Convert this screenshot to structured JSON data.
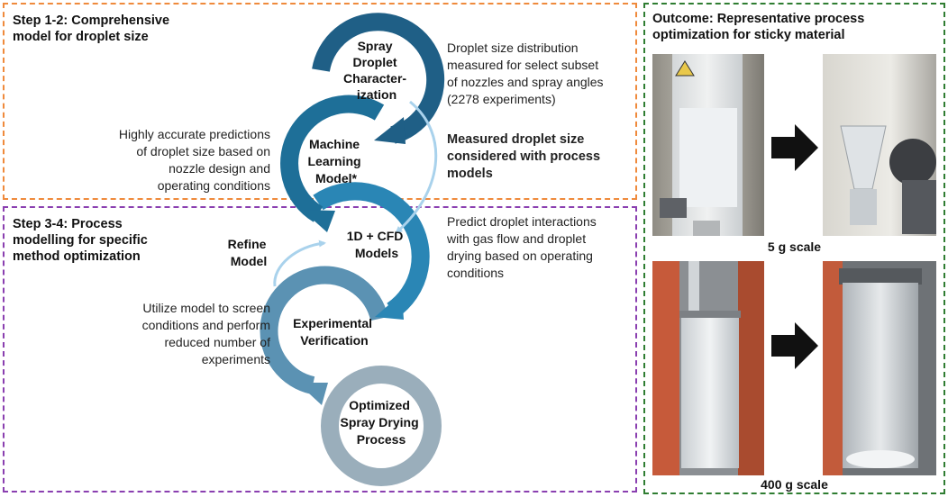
{
  "step12": {
    "title_line1": "Step 1-2: Comprehensive",
    "title_line2": "model for droplet size"
  },
  "step34": {
    "title_line1": "Step 3-4: Process",
    "title_line2": "modelling for specific",
    "title_line3": "method optimization"
  },
  "outcome": {
    "title_line1": "Outcome: Representative process",
    "title_line2": "optimization for sticky material",
    "scale_small": "5 g scale",
    "scale_large": "400 g scale"
  },
  "nodes": {
    "spray_char": [
      "Spray",
      "Droplet",
      "Character-",
      "ization"
    ],
    "ml_model": [
      "Machine",
      "Learning",
      "Model*"
    ],
    "cfd": [
      "1D + CFD",
      "Models"
    ],
    "exp_verif": [
      "Experimental",
      "Verification"
    ],
    "optimized": [
      "Optimized",
      "Spray Drying",
      "Process"
    ]
  },
  "refine_label": [
    "Refine",
    "Model"
  ],
  "descriptions": {
    "right_top": [
      "Droplet size distribution",
      "measured for select subset",
      "of nozzles and spray angles",
      "(2278 experiments)"
    ],
    "left_top": [
      "Highly accurate predictions",
      "of droplet size based on",
      "nozzle design and",
      "operating conditions"
    ],
    "right_mid_bold": [
      "Measured droplet size",
      "considered with process",
      "models"
    ],
    "right_low": [
      "Predict droplet interactions",
      "with gas flow and droplet",
      "drying based on operating",
      "conditions"
    ],
    "left_low": [
      "Utilize model to screen",
      "conditions and perform",
      "reduced number of",
      "experiments"
    ]
  },
  "colors": {
    "step12_border": "#ef8a3c",
    "step34_border": "#8a3fb0",
    "outcome_border": "#2f7d32",
    "arc1": "#1f5f86",
    "arc2": "#1e6f98",
    "arc3": "#2a86b5",
    "arc4": "#5b92b3",
    "arc5": "#9aaebb",
    "light_arrow": "#a9d2ec"
  }
}
